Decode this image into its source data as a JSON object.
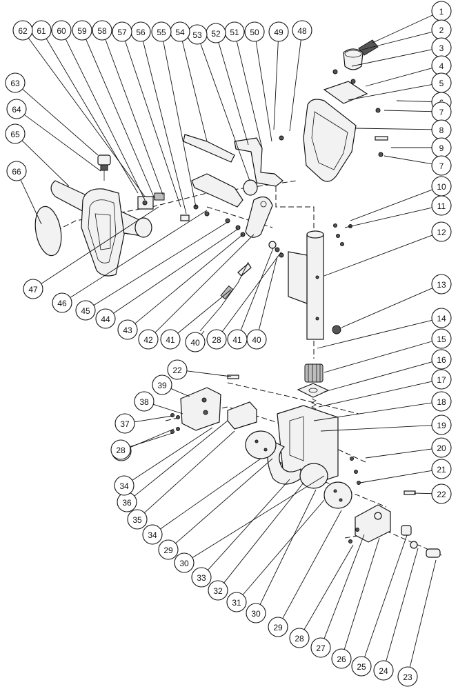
{
  "diagram": {
    "type": "exploded-parts-diagram",
    "callout_labels": [
      "1",
      "2",
      "3",
      "4",
      "5",
      "6",
      "7",
      "8",
      "9",
      "7",
      "10",
      "11",
      "12",
      "13",
      "14",
      "15",
      "16",
      "17",
      "18",
      "19",
      "20",
      "21",
      "22",
      "23",
      "24",
      "25",
      "26",
      "27",
      "28",
      "29",
      "30",
      "31",
      "32",
      "33",
      "30",
      "29",
      "34",
      "35",
      "36",
      "34",
      "28",
      "37",
      "38",
      "39",
      "22",
      "28",
      "40",
      "41",
      "28",
      "40",
      "41",
      "42",
      "43",
      "44",
      "45",
      "46",
      "47",
      "48",
      "49",
      "50",
      "51",
      "52",
      "53",
      "54",
      "55",
      "56",
      "57",
      "58",
      "59",
      "60",
      "61",
      "62",
      "63",
      "64",
      "65",
      "66"
    ]
  }
}
